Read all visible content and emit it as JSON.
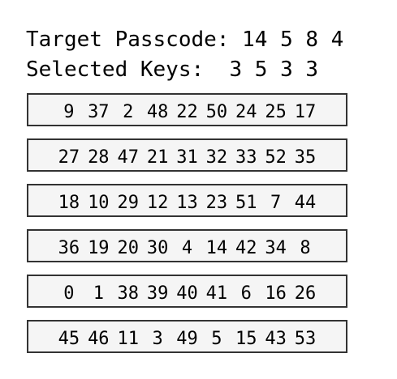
{
  "target": {
    "label": "Target Passcode:",
    "digits": "14 5 8 4"
  },
  "selected": {
    "label": "Selected Keys:",
    "digits": "3 5 3 3"
  },
  "keypad": {
    "rows": [
      [
        "9",
        "37",
        "2",
        "48",
        "22",
        "50",
        "24",
        "25",
        "17"
      ],
      [
        "27",
        "28",
        "47",
        "21",
        "31",
        "32",
        "33",
        "52",
        "35"
      ],
      [
        "18",
        "10",
        "29",
        "12",
        "13",
        "23",
        "51",
        "7",
        "44"
      ],
      [
        "36",
        "19",
        "20",
        "30",
        "4",
        "14",
        "42",
        "34",
        "8"
      ],
      [
        "0",
        "1",
        "38",
        "39",
        "40",
        "41",
        "6",
        "16",
        "26"
      ],
      [
        "45",
        "46",
        "11",
        "3",
        "49",
        "5",
        "15",
        "43",
        "53"
      ]
    ]
  },
  "colors": {
    "row_background": "#f5f5f5",
    "row_border": "#333333",
    "text": "#000000",
    "page_background": "#ffffff"
  }
}
